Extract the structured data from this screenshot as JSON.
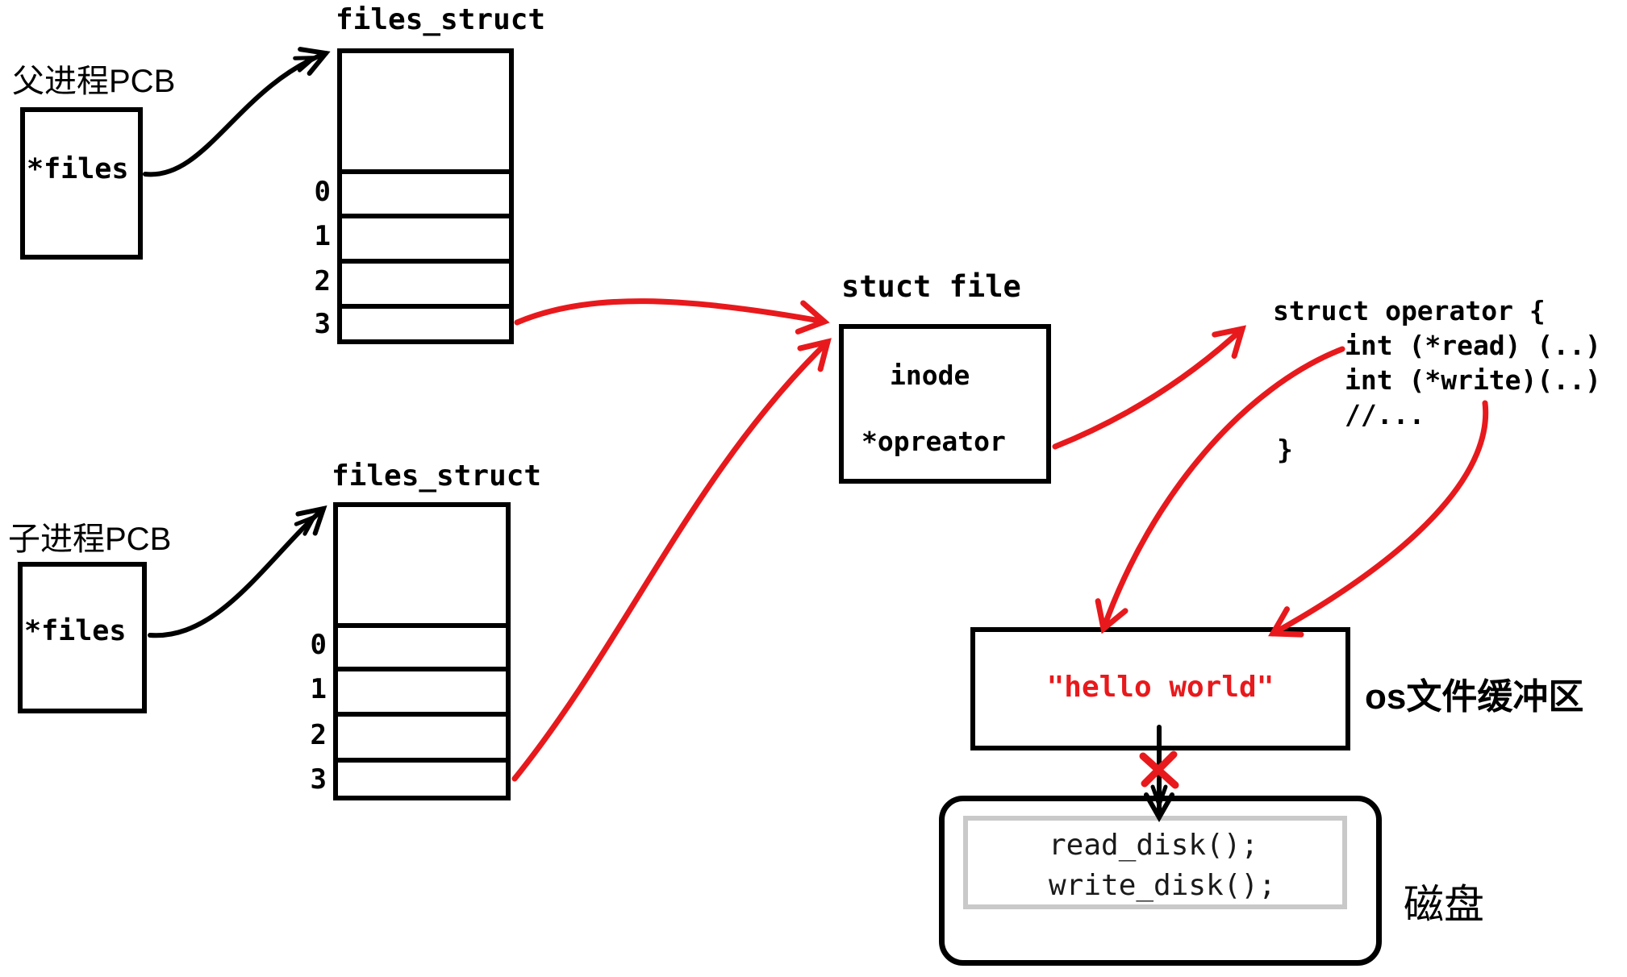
{
  "parent_pcb": {
    "label": "父进程PCB",
    "field": "*files"
  },
  "child_pcb": {
    "label": "子进程PCB",
    "field": "*files"
  },
  "fd_table": {
    "title": "files_struct",
    "indices": [
      "0",
      "1",
      "2",
      "3"
    ]
  },
  "file_struct": {
    "title": "stuct file",
    "fields": [
      "inode",
      "*opreator"
    ]
  },
  "operator_struct": {
    "lines": [
      "struct operator {",
      "int (*read) (..)",
      "int (*write)(..)",
      "//...",
      "}"
    ]
  },
  "buffer": {
    "content": "\"hello world\"",
    "label": "os文件缓冲区"
  },
  "disk": {
    "label": "磁盘",
    "code": [
      "read_disk();",
      "write_disk();"
    ]
  },
  "colors": {
    "accent_red": "#e8191c",
    "ink": "#000000",
    "inner_border_gray": "#c9c9c9"
  }
}
